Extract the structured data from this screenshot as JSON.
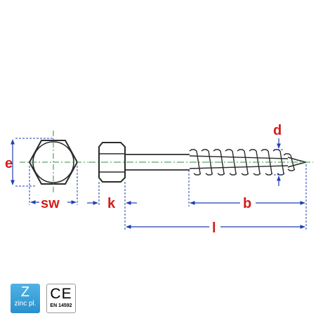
{
  "colors": {
    "outline": "#2b2b2b",
    "centerline": "#2f8f3a",
    "dimension": "#1f3fb0",
    "label": "#d41c1c",
    "zinc_badge": "#3aa3dc"
  },
  "dimensions": {
    "e": "e",
    "sw": "sw",
    "k": "k",
    "b": "b",
    "d": "d",
    "l": "l"
  },
  "badges": {
    "zinc_letter": "Z",
    "zinc_text": "zinc pl.",
    "ce_mark": "CE",
    "ce_standard": "EN 14592"
  }
}
